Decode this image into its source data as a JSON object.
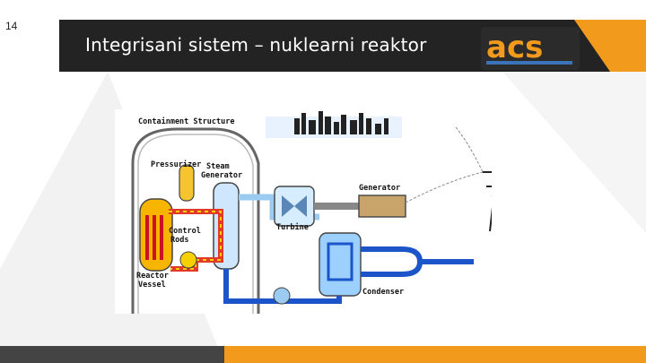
{
  "slide": {
    "page_number": "14",
    "title": "Integrisani sistem – nuklearni reaktor"
  },
  "logo": {
    "text": "acs"
  },
  "diagram": {
    "labels": {
      "containment": "Containment Structure",
      "pressurizer": "Pressurizer",
      "steam_generator_1": "Steam",
      "steam_generator_2": "Generator",
      "control_rods_1": "Control",
      "control_rods_2": "Rods",
      "reactor_vessel_1": "Reactor",
      "reactor_vessel_2": "Vessel",
      "turbine": "Turbine",
      "generator": "Generator",
      "condenser": "Condenser"
    }
  },
  "colors": {
    "title_bar": "#232323",
    "accent_orange": "#f29a1c",
    "hot_loop": "#e23a2a",
    "cool_loop": "#1b55c9"
  }
}
